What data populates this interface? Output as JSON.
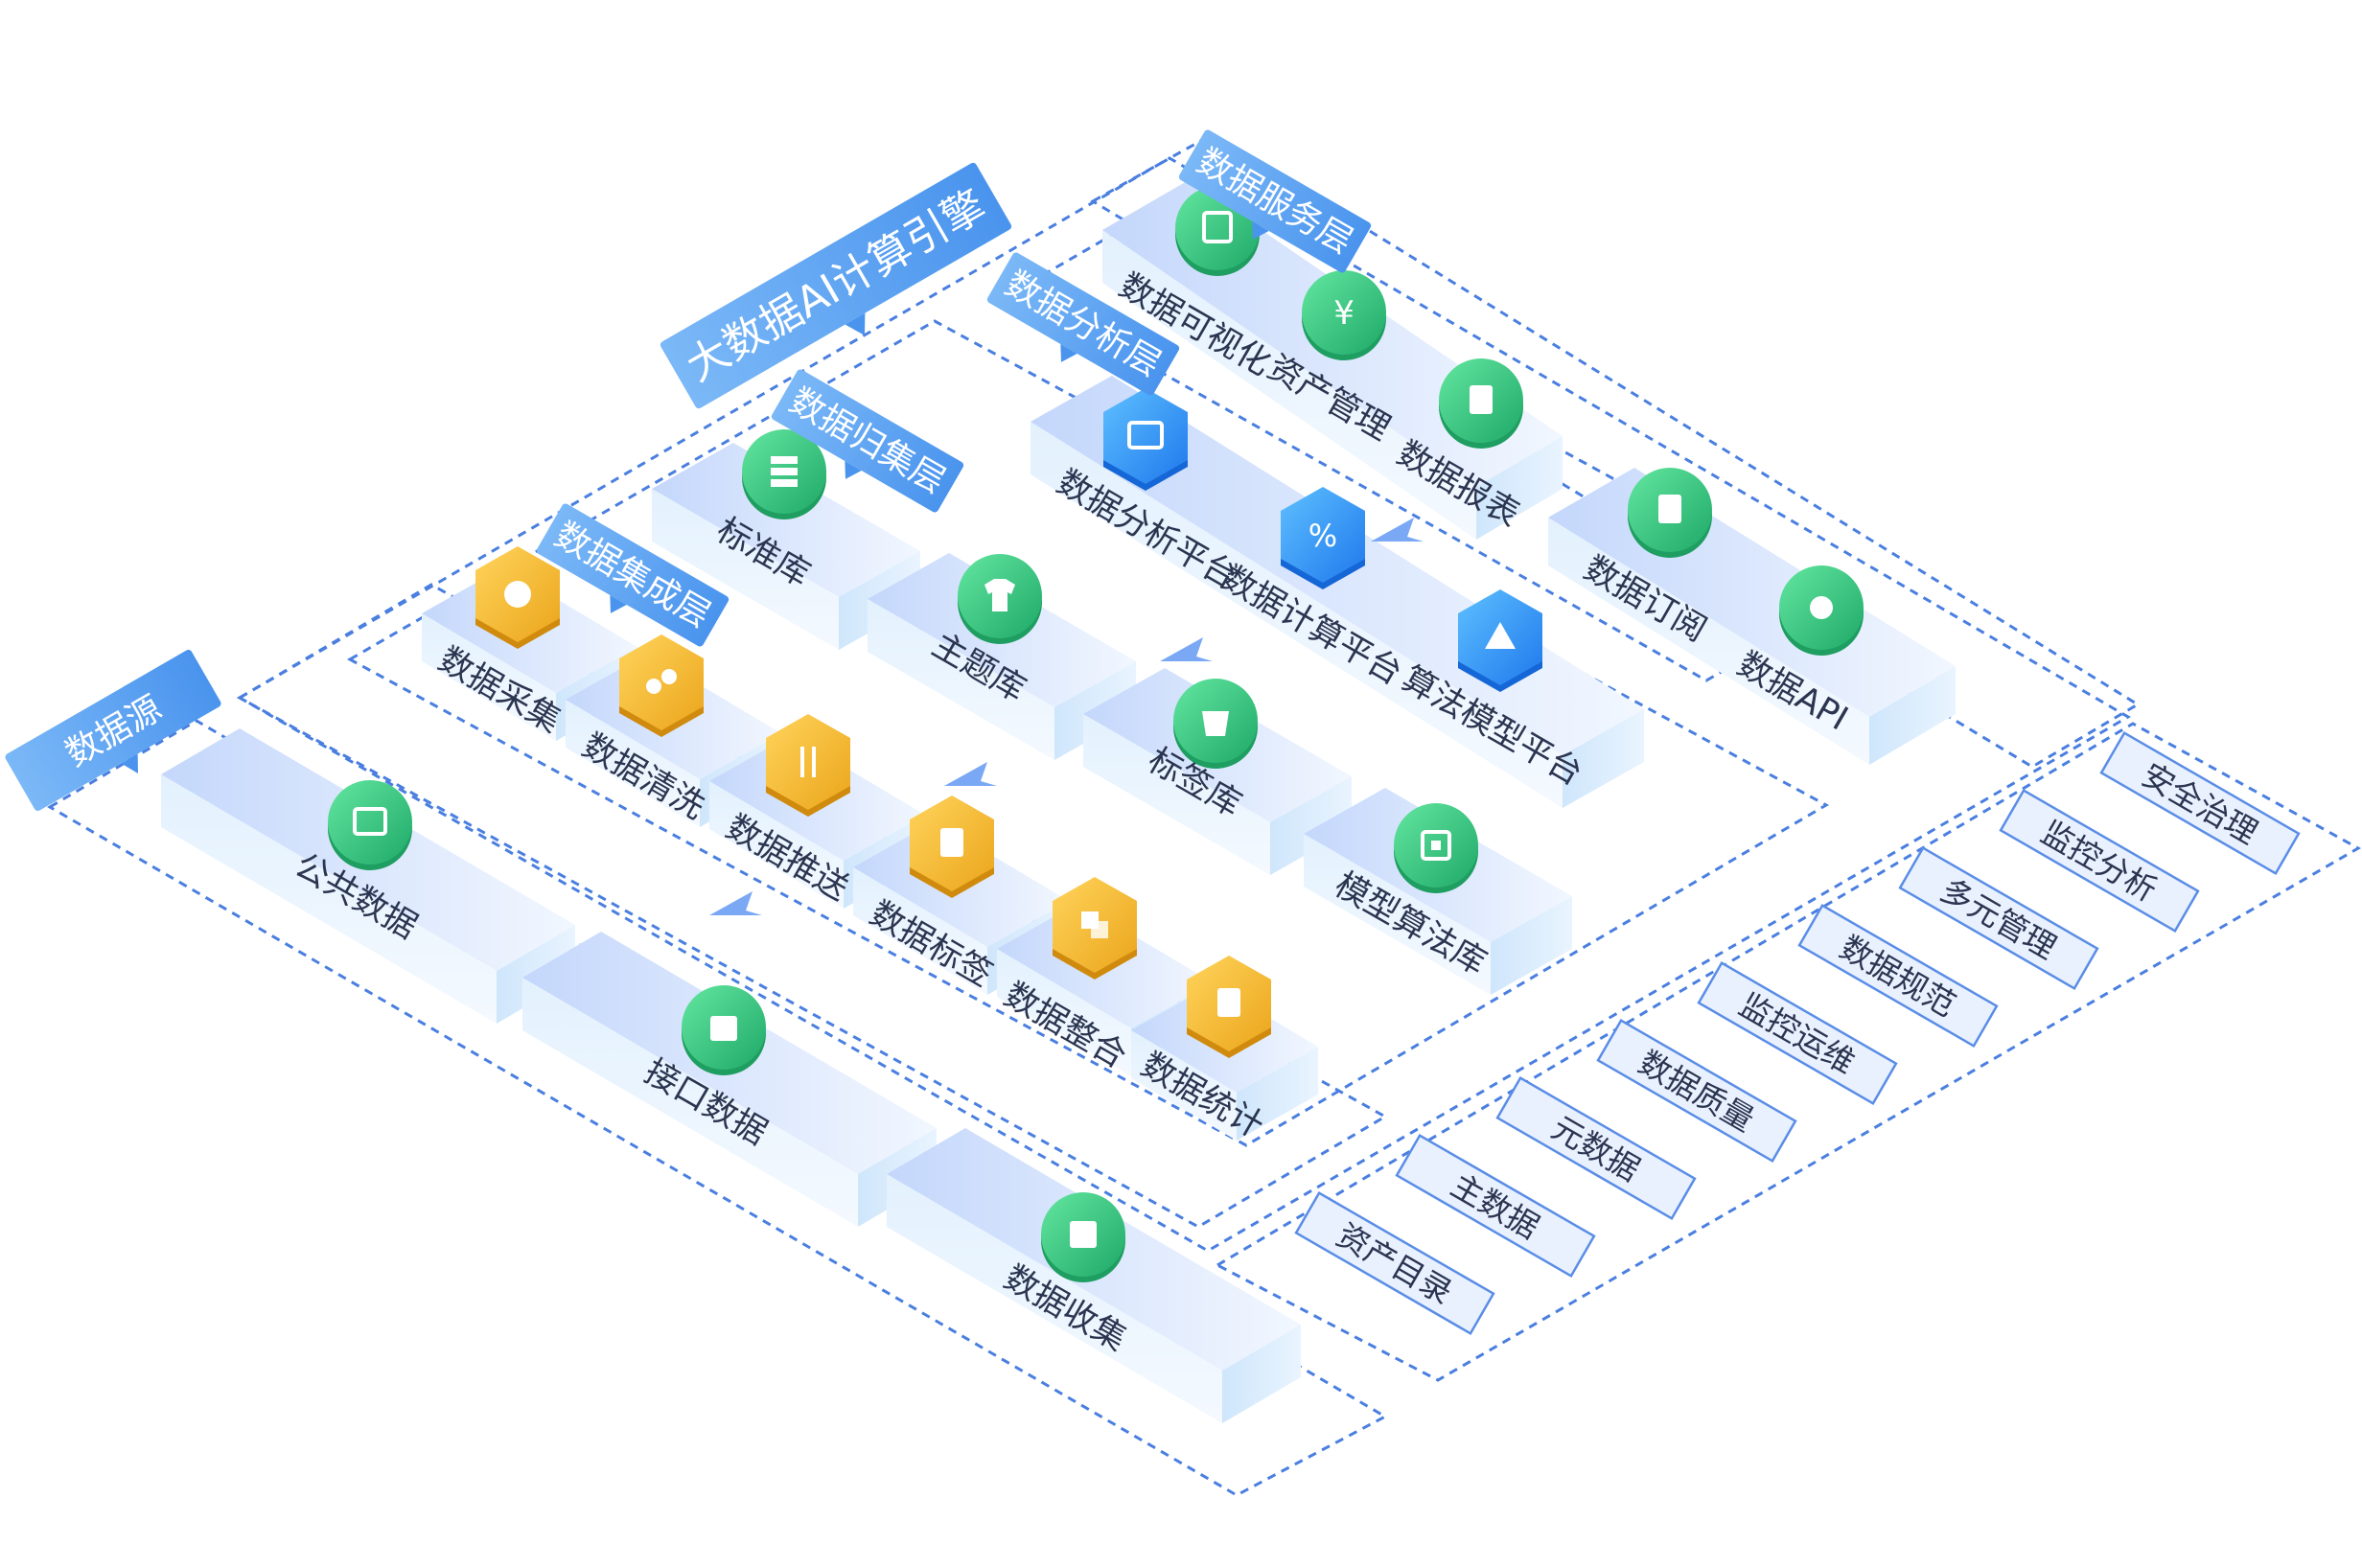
{
  "colors": {
    "blue_tag": "#5aa0f2",
    "green_badge": "#3bc77a",
    "yellow_badge": "#f4b731",
    "blue_badge": "#2f8ff5",
    "dash": "#4a7fe0"
  },
  "tags": {
    "source": "数据源",
    "engine": "大数据AI计算引擎",
    "integration": "数据集成层",
    "aggregation": "数据归集层",
    "analysis": "数据分析层",
    "service": "数据服务层"
  },
  "source_items": [
    "公共数据",
    "接口数据",
    "数据收集"
  ],
  "integration_items": [
    "数据采集",
    "数据清洗",
    "数据推送",
    "数据标签",
    "数据整合",
    "数据统计"
  ],
  "aggregation_items": [
    "标准库",
    "主题库",
    "标签库",
    "模型算法库"
  ],
  "analysis_items": [
    "数据分析平台",
    "数据计算平台",
    "算法模型平台"
  ],
  "service_items": [
    "数据可视化",
    "资产管理",
    "数据报表",
    "数据订阅",
    "数据API"
  ],
  "governance_items": [
    "资产目录",
    "主数据",
    "元数据",
    "数据质量",
    "监控运维",
    "数据规范",
    "多元管理",
    "监控分析",
    "安全治理"
  ]
}
